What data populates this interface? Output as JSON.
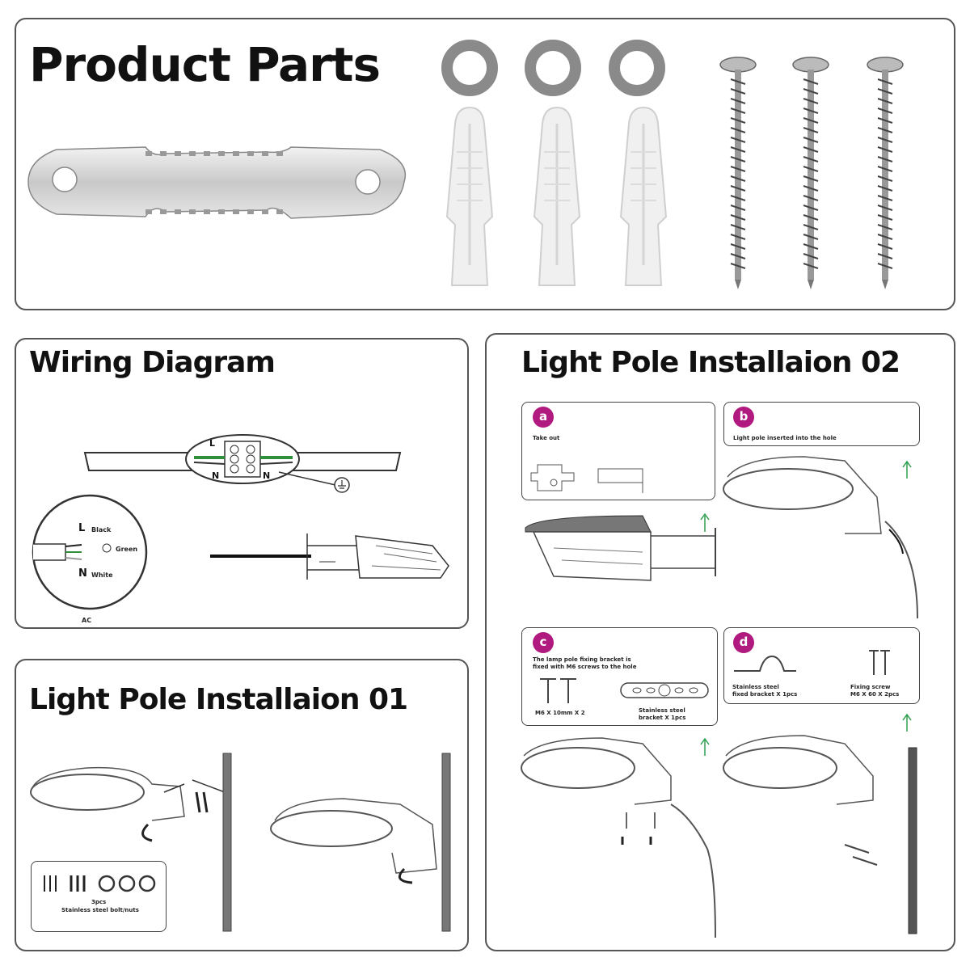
{
  "panels": {
    "product_parts": {
      "title": "Product Parts"
    },
    "wiring": {
      "title": "Wiring Diagram",
      "terminal_top_label": "L",
      "terminal_bottom_label_1": "N",
      "terminal_bottom_label_2": "N",
      "detail_L": "L",
      "detail_L_color": "Black",
      "detail_ground_color": "Green",
      "detail_N": "N",
      "detail_N_color": "White",
      "ac_label": "AC"
    },
    "install_01": {
      "title": "Light Pole Installaion 01",
      "parts_qty": "3pcs",
      "parts_desc": "Stainless steel bolt/nuts"
    },
    "install_02": {
      "title": "Light Pole Installaion 02",
      "steps": [
        {
          "letter": "a",
          "text": "Take out"
        },
        {
          "letter": "b",
          "text": "Light pole inserted into the hole"
        },
        {
          "letter": "c",
          "text": "The lamp pole fixing bracket is",
          "text2": "fixed with M6 screws to the hole",
          "left_caption": "M6 X 10mm X 2",
          "right_caption": "Stainless steel",
          "right_caption2": "bracket X 1pcs"
        },
        {
          "letter": "d",
          "text": "",
          "left_caption": "Stainless steel",
          "left_caption2": "fixed bracket X 1pcs",
          "right_caption": "Fixing screw",
          "right_caption2": "M6 X 60 X 2pcs"
        }
      ]
    }
  },
  "colors": {
    "badge": "#b0197d",
    "border": "#555555",
    "arrow": "#2e9e4f",
    "wire_green": "#2f8f3a"
  }
}
